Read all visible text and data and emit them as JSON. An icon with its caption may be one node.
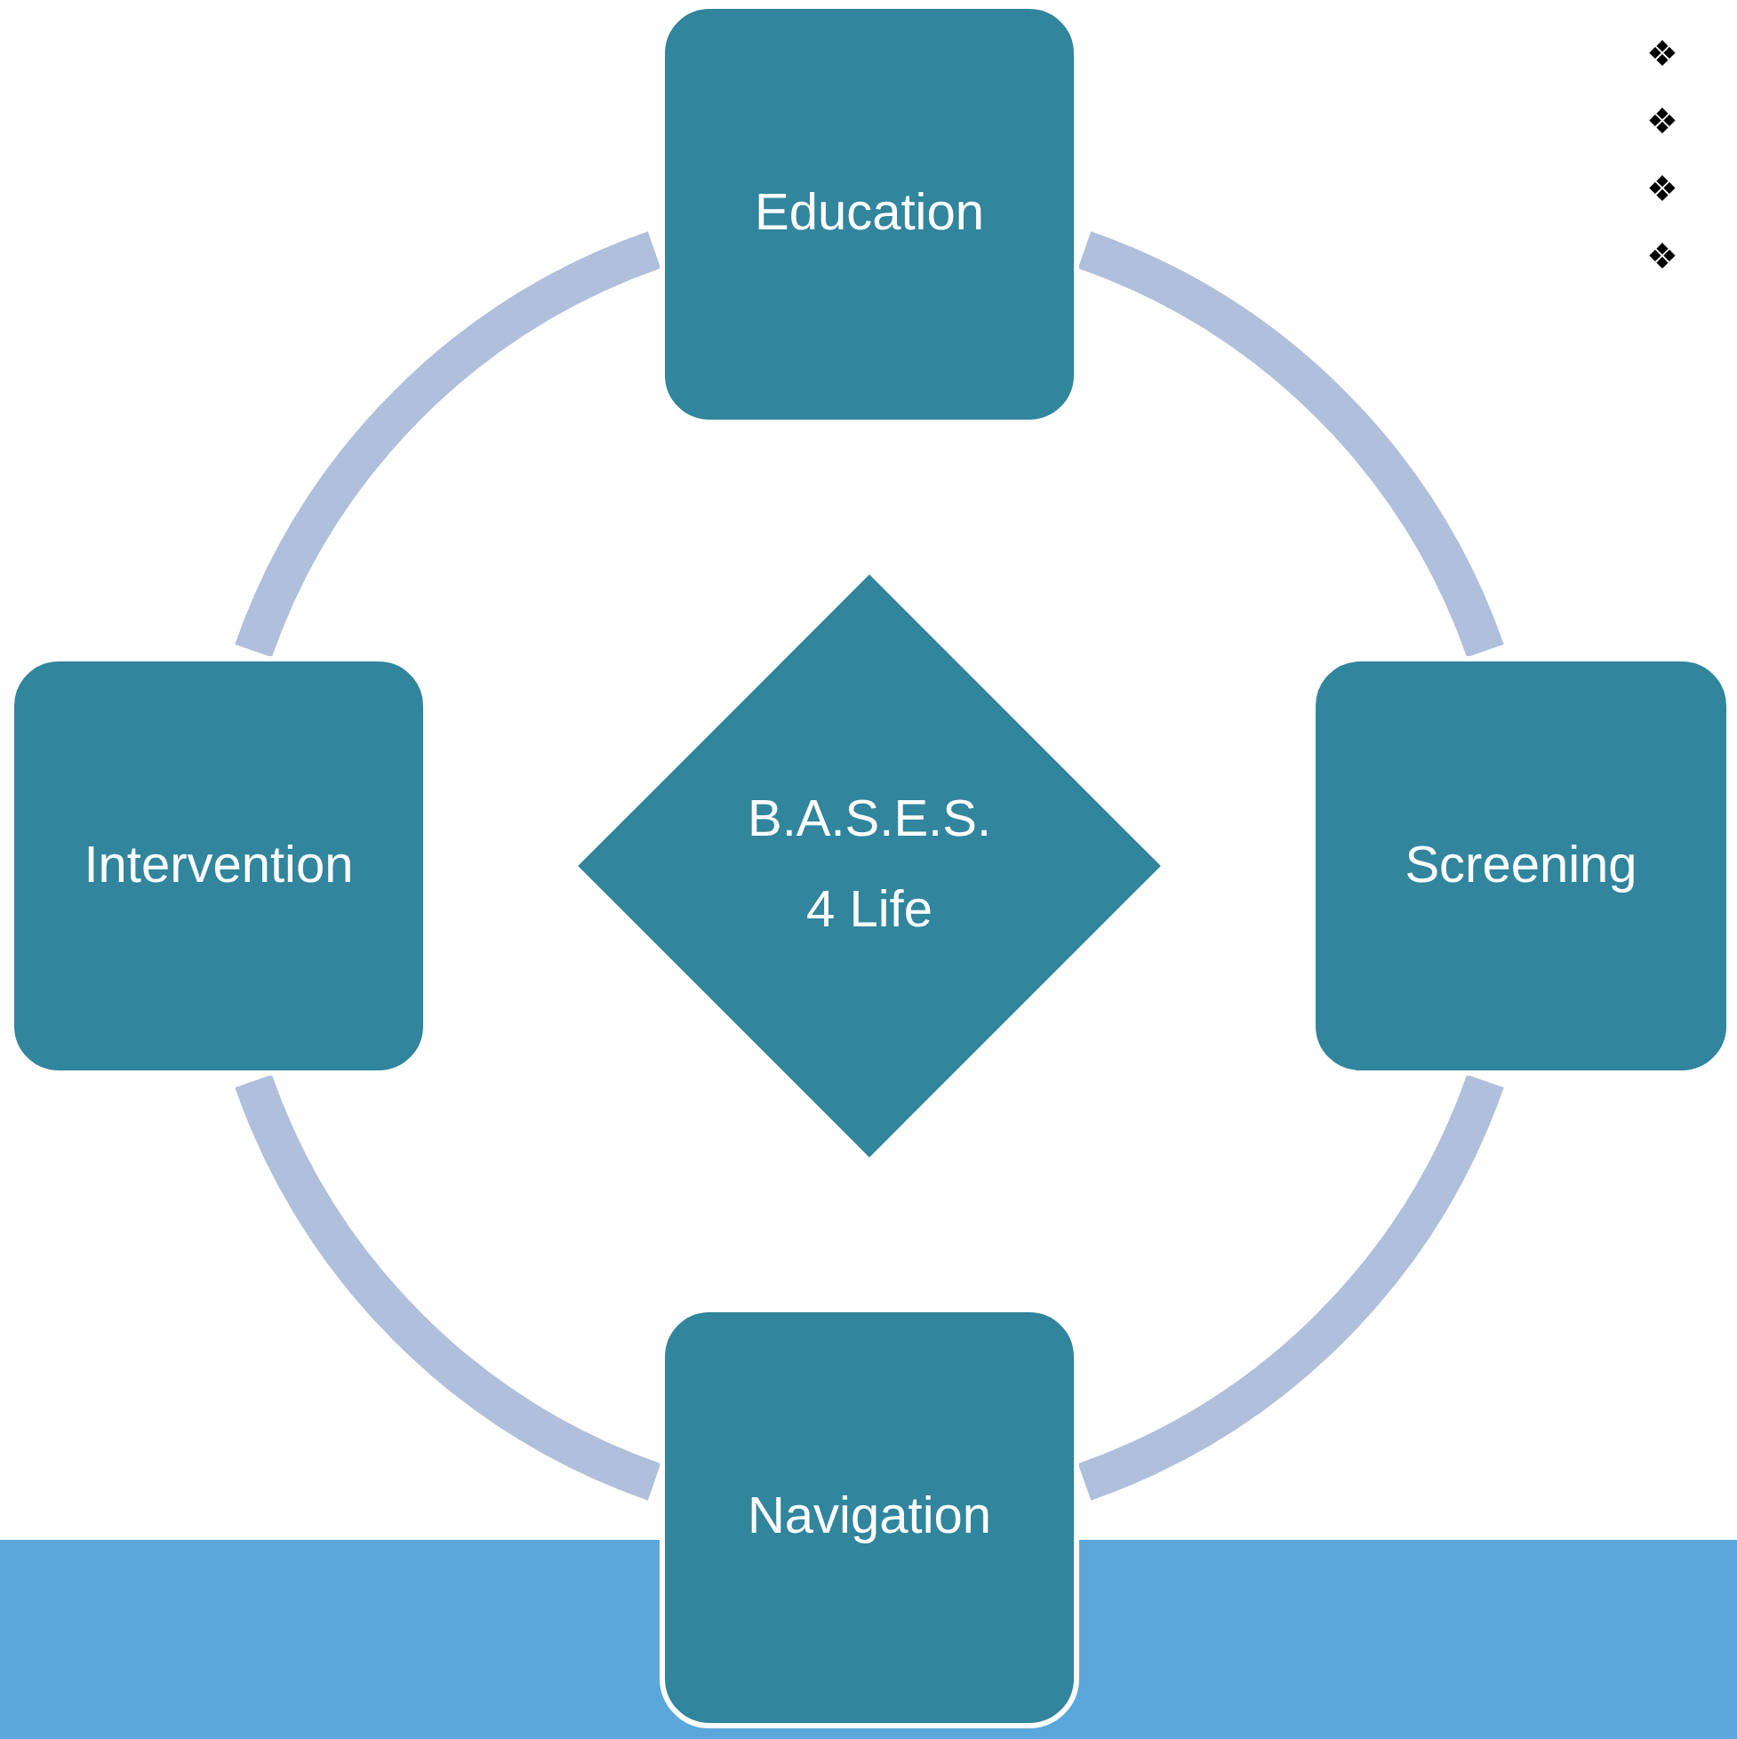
{
  "diagram": {
    "nodes": [
      {
        "text": [
          "Education"
        ]
      },
      {
        "text": [
          "Screening"
        ]
      },
      {
        "text": [
          "Navigation"
        ]
      },
      {
        "text": [
          "Intervention"
        ]
      },
      {
        "text": [
          "B.A.S.E.S. 4 Life"
        ]
      }
    ],
    "edges": [
      {
        "from": 0,
        "to": 1,
        "arrow": "none"
      },
      {
        "from": 1,
        "to": 2,
        "arrow": "none"
      },
      {
        "from": 2,
        "to": 3,
        "arrow": "none"
      },
      {
        "from": 3,
        "to": 0,
        "arrow": "none"
      }
    ],
    "labels": [
      "❖",
      "❖",
      "❖",
      "❖"
    ]
  }
}
